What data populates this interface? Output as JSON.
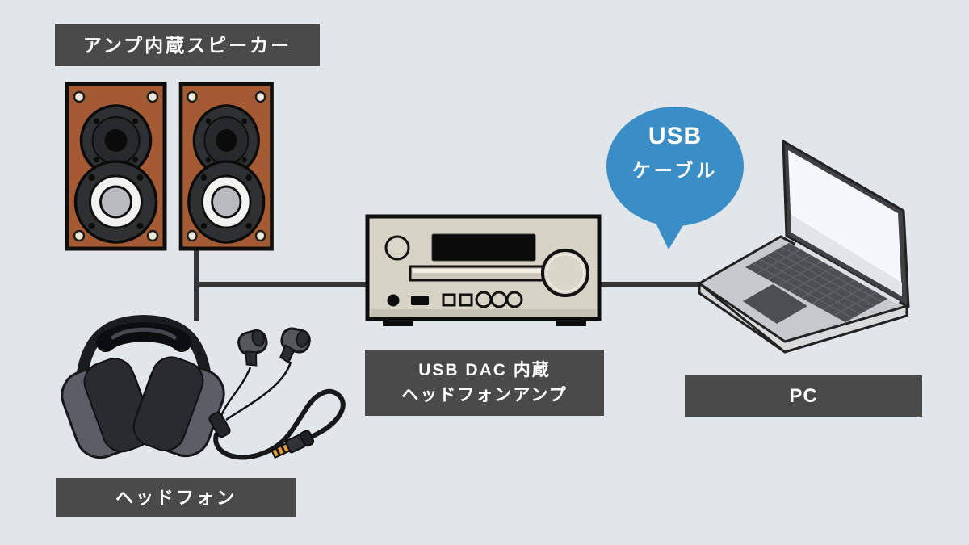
{
  "diagram": {
    "labels": {
      "speakers": "アンプ内蔵スピーカー",
      "dac_line1": "USB DAC 内蔵",
      "dac_line2": "ヘッドフォンアンプ",
      "headphones": "ヘッドフォン",
      "pc": "PC"
    },
    "bubble": {
      "line1": "USB",
      "line2": "ケーブル"
    },
    "connections": [
      {
        "from": "アンプ内蔵スピーカー",
        "to": "USB DAC 内蔵ヘッドフォンアンプ"
      },
      {
        "from": "ヘッドフォン",
        "to": "USB DAC 内蔵ヘッドフォンアンプ"
      },
      {
        "from": "USB DAC 内蔵ヘッドフォンアンプ",
        "to": "PC",
        "via": "USB ケーブル"
      }
    ],
    "colors": {
      "background": "#e0e6ea",
      "label_bg": "#4a4a4a",
      "label_text": "#ffffff",
      "cable": "#333537",
      "speaker_wood": "#a45b33",
      "amp_body": "#d7d3c5",
      "bubble_blue": "#3b8dc6",
      "laptop_body": "#c7cacc",
      "plug_gold": "#e2a23e"
    }
  }
}
